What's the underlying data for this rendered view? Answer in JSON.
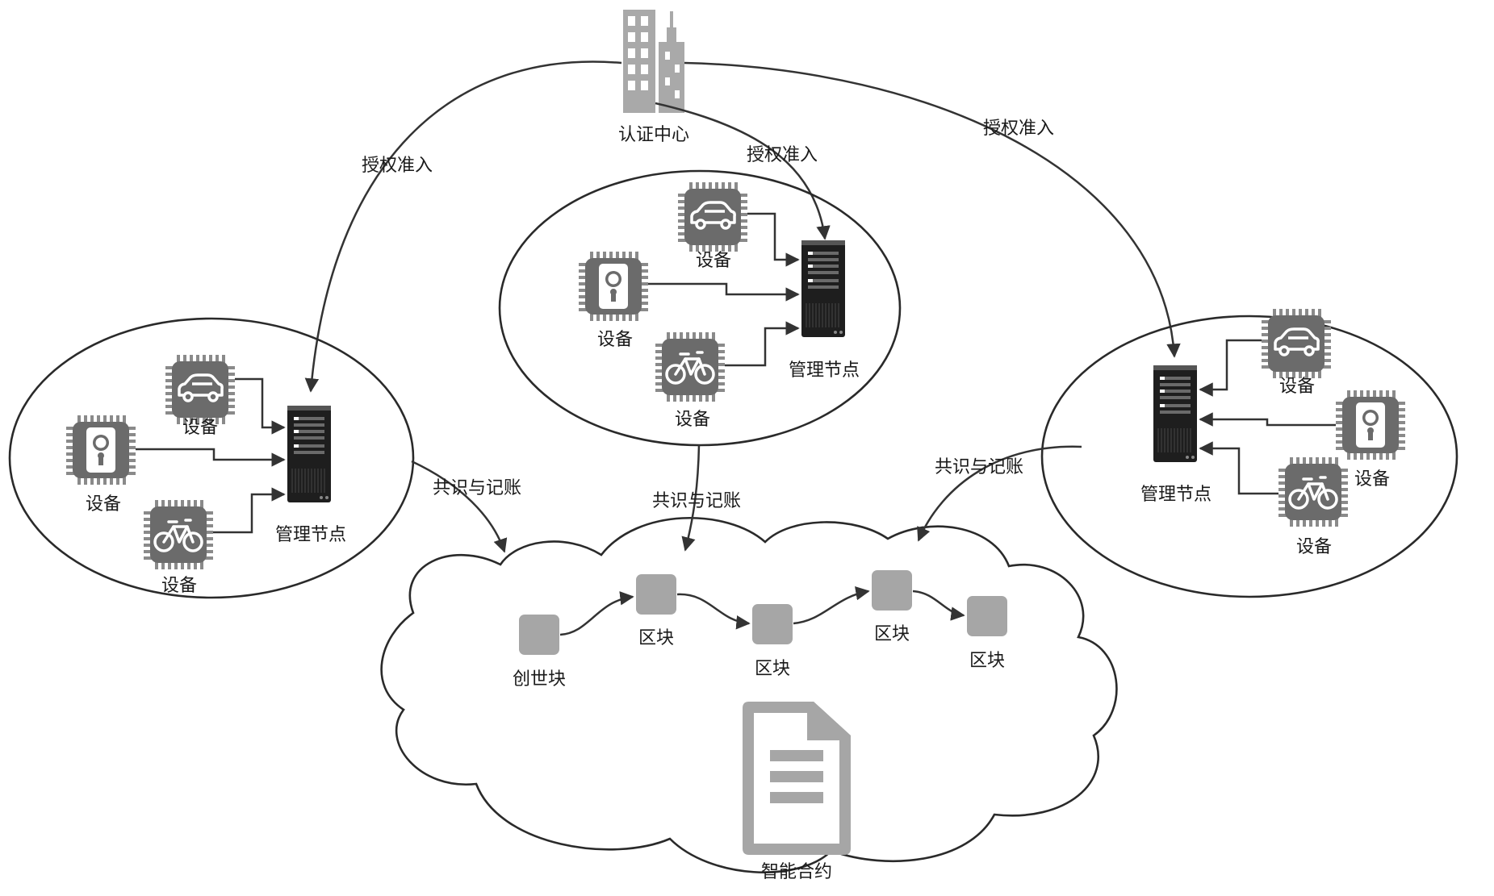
{
  "colors": {
    "chip": "#6b6b6b",
    "chip_pin": "#8a8a8a",
    "server": "#1e1e1e",
    "block": "#a6a6a6",
    "building": "#a9a9a9",
    "edge": "#333333"
  },
  "authority": {
    "label": "认证中心",
    "icon": "city-buildings-icon"
  },
  "edges": {
    "auth_left": "授权准入",
    "auth_center": "授权准入",
    "auth_right": "授权准入",
    "cons_left": "共识与记账",
    "cons_center": "共识与记账",
    "cons_right": "共识与记账"
  },
  "clusters": {
    "left": {
      "server_label": "管理节点",
      "devices": [
        {
          "label": "设备",
          "icon": "car-icon"
        },
        {
          "label": "设备",
          "icon": "lock-icon"
        },
        {
          "label": "设备",
          "icon": "bicycle-icon"
        }
      ]
    },
    "center": {
      "server_label": "管理节点",
      "devices": [
        {
          "label": "设备",
          "icon": "car-icon"
        },
        {
          "label": "设备",
          "icon": "lock-icon"
        },
        {
          "label": "设备",
          "icon": "bicycle-icon"
        }
      ]
    },
    "right": {
      "server_label": "管理节点",
      "devices": [
        {
          "label": "设备",
          "icon": "car-icon"
        },
        {
          "label": "设备",
          "icon": "lock-icon"
        },
        {
          "label": "设备",
          "icon": "bicycle-icon"
        }
      ]
    }
  },
  "chain": {
    "genesis": "创世块",
    "blocks": [
      "区块",
      "区块",
      "区块",
      "区块"
    ],
    "contract": "智能合约",
    "contract_icon": "document-icon"
  }
}
